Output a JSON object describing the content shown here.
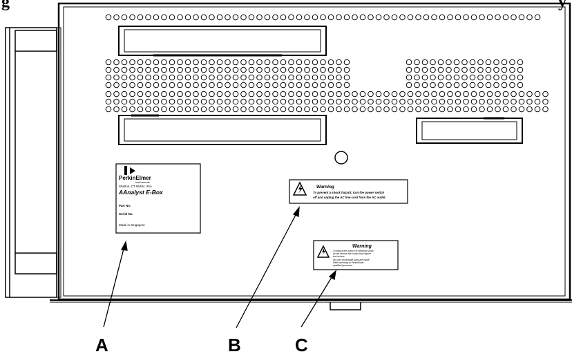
{
  "heading": {
    "left": "g",
    "right": "y"
  },
  "product_label": {
    "brand": "PerkinElmer",
    "brand_sub": "instruments",
    "address": "Shelton, CT 06484 USA",
    "model": "AAnalyst E-Box",
    "part_no_label": "Part No.",
    "serial_no_label": "Serial No.",
    "origin": "Made in Singapore"
  },
  "warning_b": {
    "title": "Warning",
    "line1": "To prevent a shock hazard, turn the power switch",
    "line2": "off and unplug the AC line cord from the AC outlet."
  },
  "warning_c": {
    "title": "Warning",
    "line1": "To reduce the chance of electrical shock,",
    "line2": "do not remove the covers that require",
    "line3": "tool access.",
    "line4": "No user serviceable parts are inside.",
    "line5": "Refer servicing to PerkinElmer",
    "line6": "qualified personnel."
  },
  "callouts": {
    "a": "A",
    "b": "B",
    "c": "C"
  },
  "colors": {
    "line": "#000000",
    "background": "#ffffff"
  }
}
